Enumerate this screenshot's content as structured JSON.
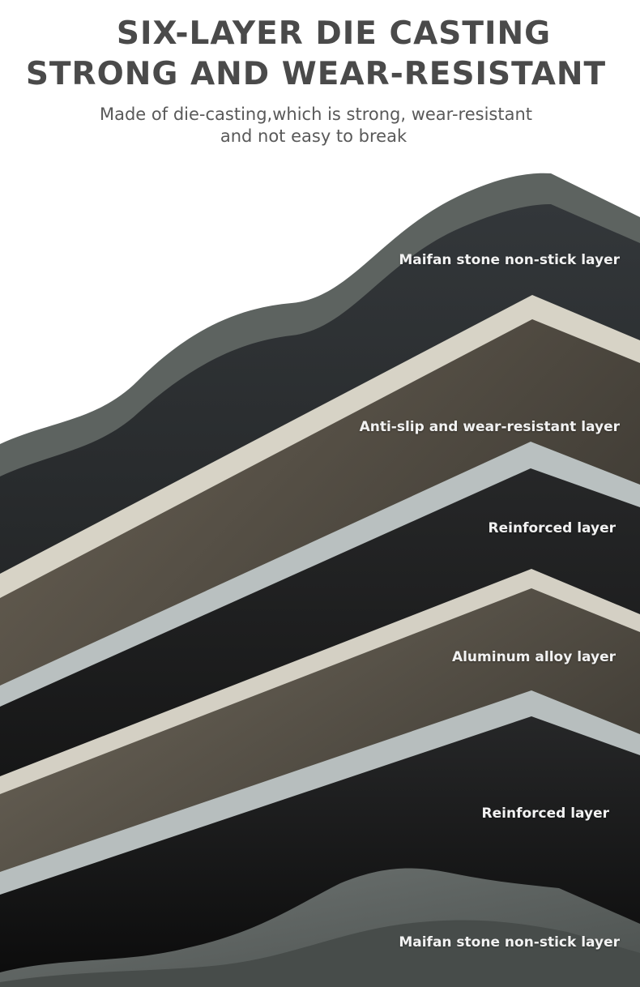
{
  "header": {
    "title_line_1": "SIX-LAYER DIE CASTING",
    "title_line_2": "STRONG AND WEAR-RESISTANT",
    "subtitle_line_1": "Made of die-casting,which is strong, wear-resistant",
    "subtitle_line_2": "and not easy to break"
  },
  "layers": [
    {
      "label": "Maifan stone non-stick layer"
    },
    {
      "label": "Anti-slip and wear-resistant layer"
    },
    {
      "label": "Reinforced layer"
    },
    {
      "label": "Aluminum alloy layer"
    },
    {
      "label": "Reinforced layer"
    },
    {
      "label": "Maifan stone non-stick layer"
    }
  ],
  "colors": {
    "heading": "#4a4a4a",
    "subtitle": "#595959",
    "label": "#f2f2f2",
    "stone_top": "#5d6360",
    "stone_body": "#222523",
    "beige_edge": "#d7d3c6",
    "bronze_body": "#5a5247",
    "steel_edge": "#b9c0c0",
    "dark_body": "#121313"
  }
}
